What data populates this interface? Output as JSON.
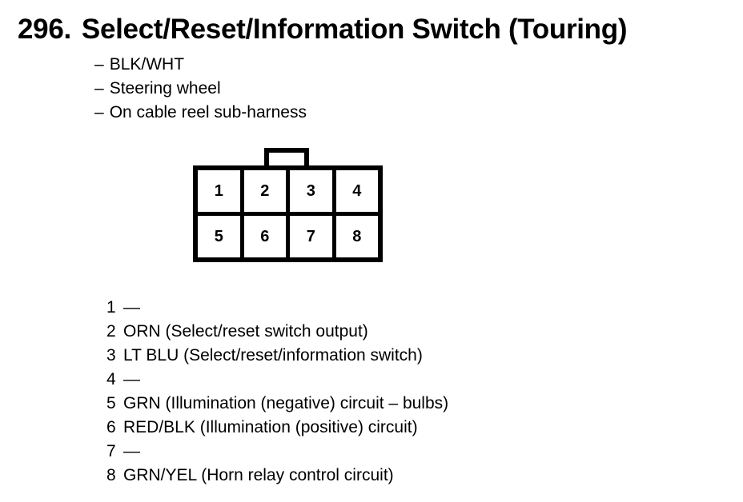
{
  "title": {
    "number": "296.",
    "text": "Select/Reset/Information Switch (Touring)"
  },
  "subheaders": [
    {
      "dash": "–",
      "text": "BLK/WHT"
    },
    {
      "dash": "–",
      "text": "Steering wheel"
    },
    {
      "dash": "–",
      "text": "On cable reel sub-harness"
    }
  ],
  "connector": {
    "rows": [
      {
        "cells": [
          "1",
          "2",
          "3",
          "4"
        ]
      },
      {
        "cells": [
          "5",
          "6",
          "7",
          "8"
        ]
      }
    ]
  },
  "legend": [
    {
      "pin": "1",
      "desc": "—"
    },
    {
      "pin": "2",
      "desc": "ORN (Select/reset switch output)"
    },
    {
      "pin": "3",
      "desc": "LT BLU (Select/reset/information switch)"
    },
    {
      "pin": "4",
      "desc": "—"
    },
    {
      "pin": "5",
      "desc": "GRN (Illumination (negative) circuit – bulbs)"
    },
    {
      "pin": "6",
      "desc": "RED/BLK (Illumination (positive) circuit)"
    },
    {
      "pin": "7",
      "desc": "—"
    },
    {
      "pin": "8",
      "desc": "GRN/YEL (Horn relay control circuit)"
    }
  ],
  "colors": {
    "ink": "#000000",
    "paper": "#ffffff"
  }
}
